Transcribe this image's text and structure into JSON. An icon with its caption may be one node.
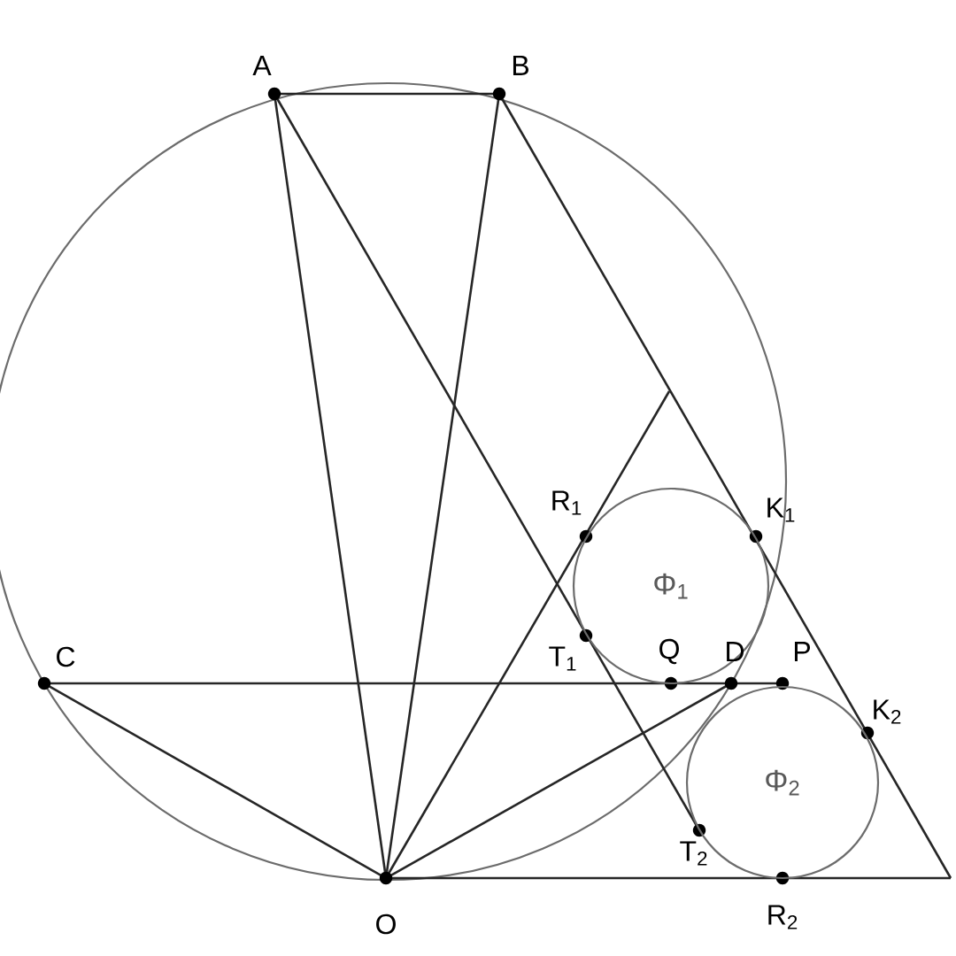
{
  "diagram": {
    "nodes": [
      {
        "text": [
          "Φ$_{1}$"
        ]
      },
      {
        "text": [
          "Φ$_{2}$"
        ]
      }
    ],
    "labels": [
      "A",
      "B",
      "R$_{1}$",
      "K$_{1}$",
      "C",
      "T$_{1}$",
      "Q",
      "D",
      "P",
      "K$_{2}$",
      "T$_{2}$",
      "O",
      "R$_{2}$"
    ]
  }
}
